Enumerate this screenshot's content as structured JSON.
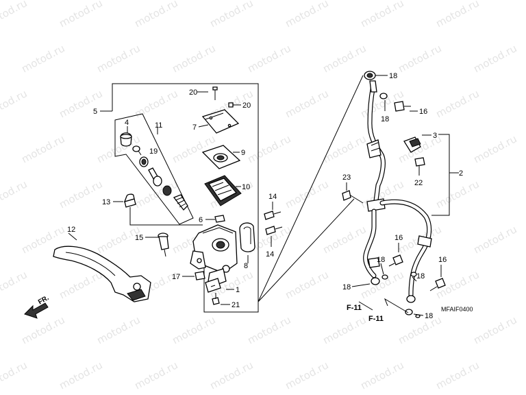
{
  "watermark": "motod.ru",
  "diagram_code": "MFAIF0400",
  "direction_label": "FR.",
  "ref_labels": {
    "f11_left": "F-11",
    "f11_right": "F-11"
  },
  "callouts": {
    "c20a": "20",
    "c20b": "20",
    "c7": "7",
    "c9": "9",
    "c10": "10",
    "c5": "5",
    "c4": "4",
    "c11": "11",
    "c19": "19",
    "c13": "13",
    "c6": "6",
    "c14a": "14",
    "c14b": "14",
    "c12": "12",
    "c15": "15",
    "c8": "8",
    "c17": "17",
    "c1": "1",
    "c21": "21",
    "c18a": "18",
    "c18b": "18",
    "c16a": "16",
    "c3": "3",
    "c2": "2",
    "c23": "23",
    "c22": "22",
    "c16b": "16",
    "c16c": "16",
    "c18c": "18",
    "c18d": "18",
    "c18e": "18"
  }
}
